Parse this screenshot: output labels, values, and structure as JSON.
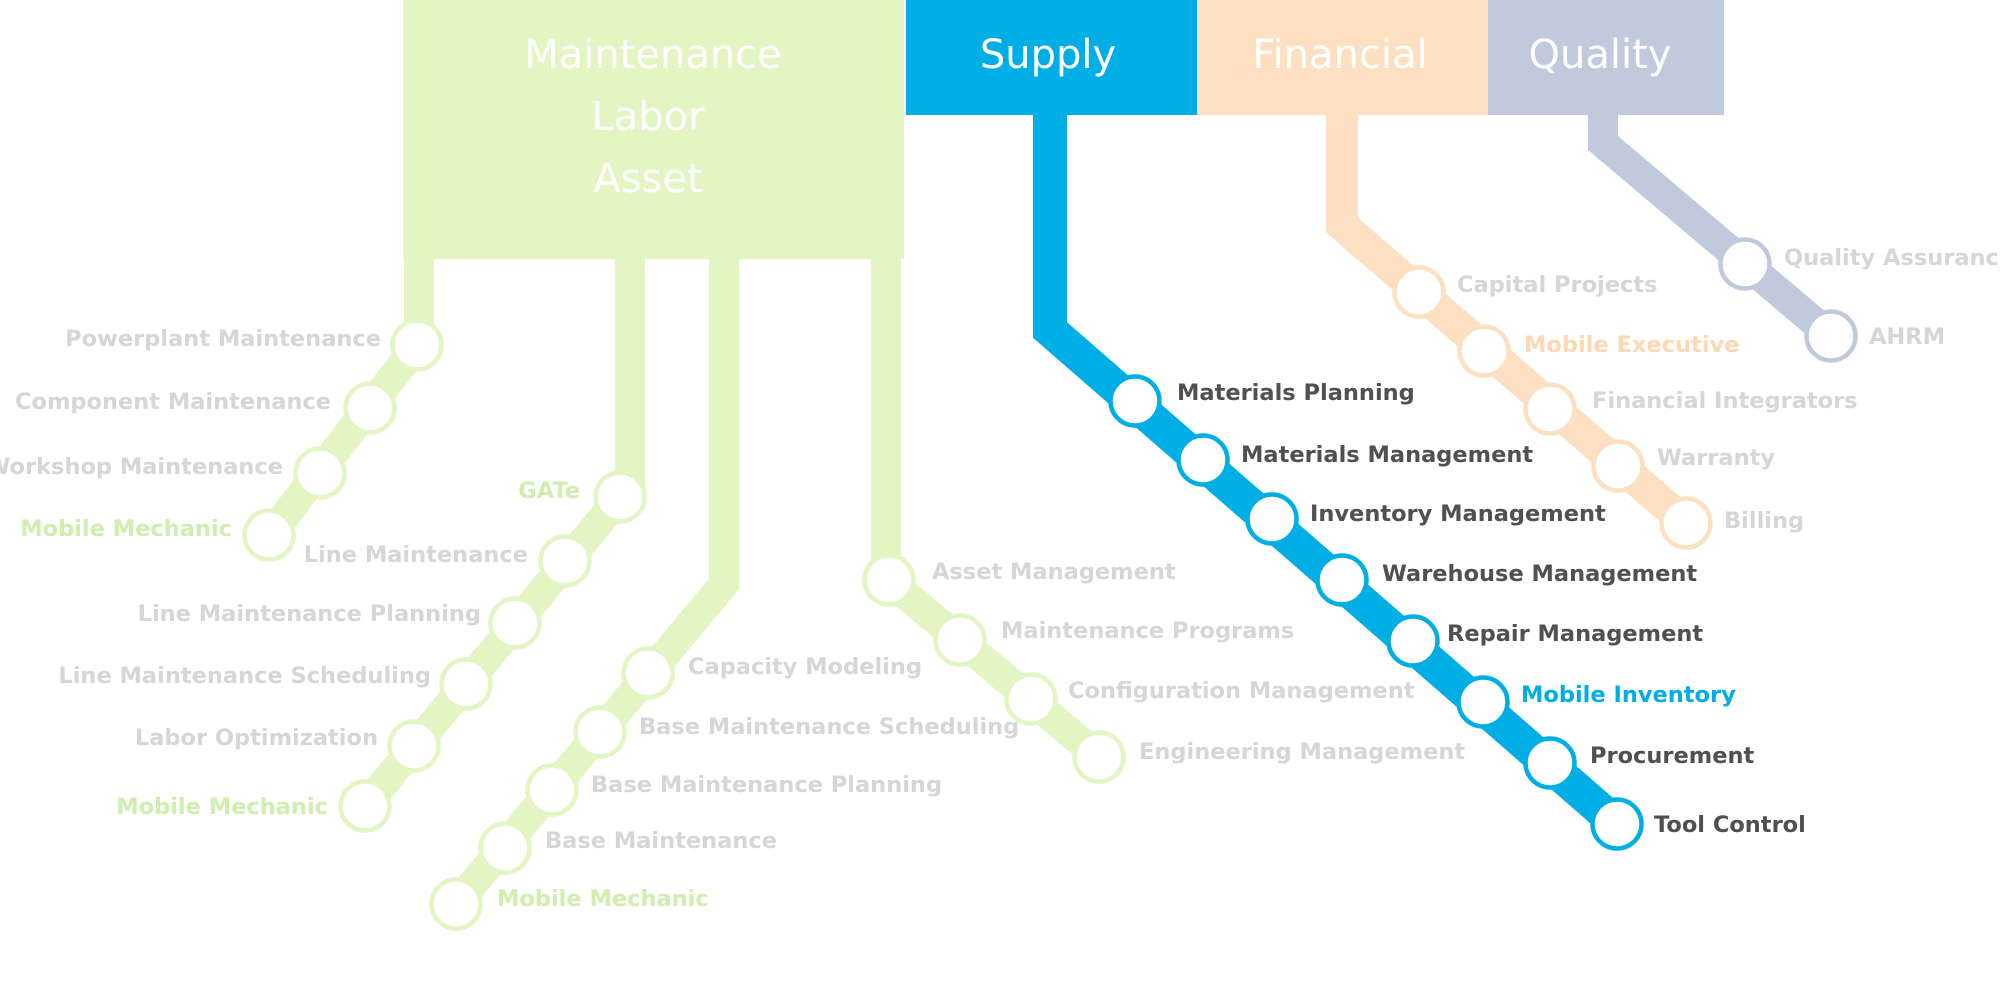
{
  "colors": {
    "maintenance": "#e2f5c2",
    "supply": "#00aee6",
    "financial": "#fde0c2",
    "quality": "#c0cadc",
    "label_dim": "#d6d6d6",
    "label_dark": "#505050",
    "mobile_dim_green": "#cfeeb0",
    "mobile_dim_orange": "#fcd8b4"
  },
  "headers": {
    "maintenance": [
      "Maintenance",
      "Labor",
      "Asset"
    ],
    "supply": "Supply",
    "financial": "Financial",
    "quality": "Quality"
  },
  "lines": {
    "powerplant": [
      "Powerplant Maintenance",
      "Component Maintenance",
      "Workshop Maintenance",
      "Mobile Mechanic"
    ],
    "gate": [
      "GATe",
      "Line Maintenance",
      "Line Maintenance Planning",
      "Line Maintenance Scheduling",
      "Labor Optimization",
      "Mobile Mechanic"
    ],
    "capacity": [
      "Capacity Modeling",
      "Base Maintenance Scheduling",
      "Base Maintenance Planning",
      "Base Maintenance",
      "Mobile Mechanic"
    ],
    "asset": [
      "Asset Management",
      "Maintenance Programs",
      "Configuration Management",
      "Engineering Management"
    ],
    "supply": [
      "Materials Planning",
      "Materials Management",
      "Inventory Management",
      "Warehouse Management",
      "Repair Management",
      "Mobile Inventory",
      "Procurement",
      "Tool Control"
    ],
    "financial": [
      "Capital Projects",
      "Mobile Executive",
      "Financial Integrators",
      "Warranty",
      "Billing"
    ],
    "quality": [
      "Quality Assurance",
      "AHRM"
    ]
  }
}
